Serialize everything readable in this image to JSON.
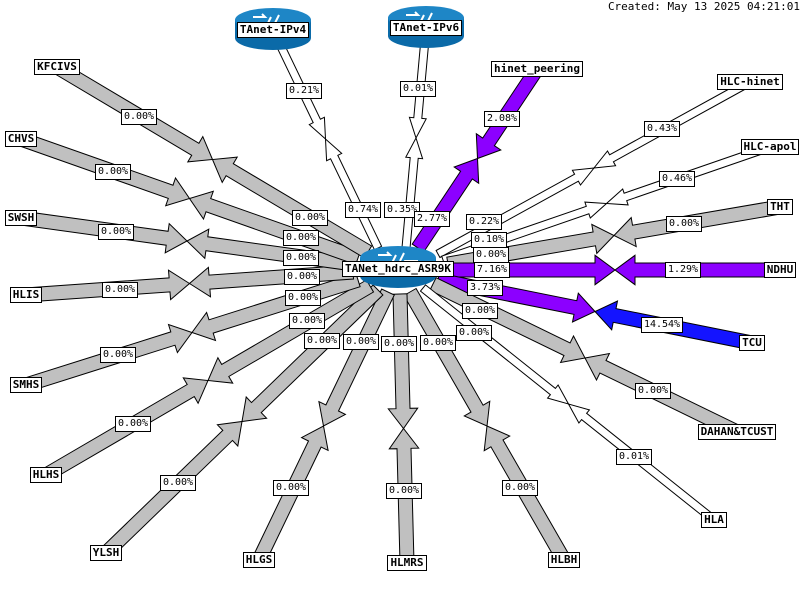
{
  "header": {
    "created": "Created: May 13 2025 04:21:01"
  },
  "colors": {
    "idle": "#c0c0c0",
    "very_low": "#ffffff",
    "low": "#8c00ff",
    "medium": "#1414ff",
    "outline": "#000000",
    "router": "#1e86c6"
  },
  "hub": {
    "name": "TANet_hdrc_ASR9K",
    "icon": "router-icon"
  },
  "routers": [
    {
      "id": "ipv4",
      "name": "TAnet-IPv4",
      "icon": "router-icon"
    },
    {
      "id": "ipv6",
      "name": "TAnet-IPv6",
      "icon": "router-icon"
    }
  ],
  "nodes": [
    {
      "id": "kfcivs",
      "name": "KFCIVS"
    },
    {
      "id": "chvs",
      "name": "CHVS"
    },
    {
      "id": "swsh",
      "name": "SWSH"
    },
    {
      "id": "hlis",
      "name": "HLIS"
    },
    {
      "id": "smhs",
      "name": "SMHS"
    },
    {
      "id": "hlhs",
      "name": "HLHS"
    },
    {
      "id": "ylsh",
      "name": "YLSH"
    },
    {
      "id": "hlgs",
      "name": "HLGS"
    },
    {
      "id": "hlmrs",
      "name": "HLMRS"
    },
    {
      "id": "hlbh",
      "name": "HLBH"
    },
    {
      "id": "hla",
      "name": "HLA"
    },
    {
      "id": "dahan",
      "name": "DAHAN&TCUST"
    },
    {
      "id": "tcu",
      "name": "TCU"
    },
    {
      "id": "ndhu",
      "name": "NDHU"
    },
    {
      "id": "tht",
      "name": "THT"
    },
    {
      "id": "hlcapol",
      "name": "HLC-apol"
    },
    {
      "id": "hlchinet",
      "name": "HLC-hinet"
    },
    {
      "id": "hinet",
      "name": "hinet_peering"
    }
  ],
  "links": [
    {
      "node": "ipv4",
      "hub_value": "0.74%",
      "node_value": "0.21%",
      "hub_level": "very_low",
      "node_level": "very_low"
    },
    {
      "node": "ipv6",
      "hub_value": "0.35%",
      "node_value": "0.01%",
      "hub_level": "very_low",
      "node_level": "very_low"
    },
    {
      "node": "hinet",
      "hub_value": "2.77%",
      "node_value": "2.08%",
      "hub_level": "low",
      "node_level": "low"
    },
    {
      "node": "hlchinet",
      "hub_value": "0.22%",
      "node_value": "0.43%",
      "hub_level": "very_low",
      "node_level": "very_low"
    },
    {
      "node": "hlcapol",
      "hub_value": "0.10%",
      "node_value": "0.46%",
      "hub_level": "very_low",
      "node_level": "very_low"
    },
    {
      "node": "tht",
      "hub_value": "0.00%",
      "node_value": "0.00%",
      "hub_level": "idle",
      "node_level": "idle"
    },
    {
      "node": "ndhu",
      "hub_value": "7.16%",
      "node_value": "1.29%",
      "hub_level": "low",
      "node_level": "low"
    },
    {
      "node": "tcu",
      "hub_value": "3.73%",
      "node_value": "14.54%",
      "hub_level": "low",
      "node_level": "medium"
    },
    {
      "node": "dahan",
      "hub_value": "0.00%",
      "node_value": "0.00%",
      "hub_level": "idle",
      "node_level": "idle"
    },
    {
      "node": "hla",
      "hub_value": "0.00%",
      "node_value": "0.01%",
      "hub_level": "very_low",
      "node_level": "very_low"
    },
    {
      "node": "hlbh",
      "hub_value": "0.00%",
      "node_value": "0.00%",
      "hub_level": "idle",
      "node_level": "idle"
    },
    {
      "node": "hlmrs",
      "hub_value": "0.00%",
      "node_value": "0.00%",
      "hub_level": "idle",
      "node_level": "idle"
    },
    {
      "node": "hlgs",
      "hub_value": "0.00%",
      "node_value": "0.00%",
      "hub_level": "idle",
      "node_level": "idle"
    },
    {
      "node": "ylsh",
      "hub_value": "0.00%",
      "node_value": "0.00%",
      "hub_level": "idle",
      "node_level": "idle"
    },
    {
      "node": "hlhs",
      "hub_value": "0.00%",
      "node_value": "0.00%",
      "hub_level": "idle",
      "node_level": "idle"
    },
    {
      "node": "smhs",
      "hub_value": "0.00%",
      "node_value": "0.00%",
      "hub_level": "idle",
      "node_level": "idle"
    },
    {
      "node": "hlis",
      "hub_value": "0.00%",
      "node_value": "0.00%",
      "hub_level": "idle",
      "node_level": "idle"
    },
    {
      "node": "swsh",
      "hub_value": "0.00%",
      "node_value": "0.00%",
      "hub_level": "idle",
      "node_level": "idle"
    },
    {
      "node": "chvs",
      "hub_value": "0.00%",
      "node_value": "0.00%",
      "hub_level": "idle",
      "node_level": "idle"
    },
    {
      "node": "kfcivs",
      "hub_value": "0.00%",
      "node_value": "0.00%",
      "hub_level": "idle",
      "node_level": "idle"
    }
  ]
}
